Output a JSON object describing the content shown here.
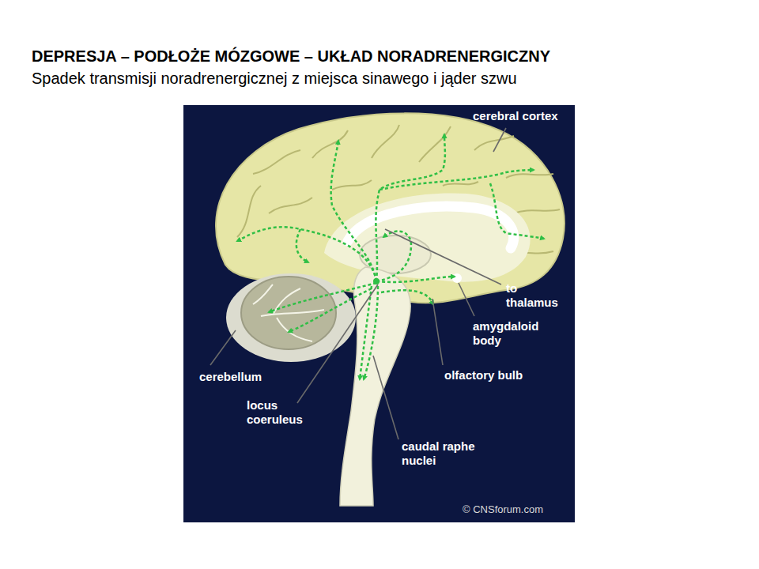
{
  "diagram": {
    "title": "DEPRESJA – PODŁOŻE MÓZGOWE – UKŁAD NORADRENERGICZNY",
    "caption": "Spadek transmisji noradrenergicznej z miejsca sinawego i jąder szwu",
    "labels": [
      "cerebral cortex",
      "to thalamus",
      "amygdaloid body",
      "olfactory bulb",
      "cerebellum",
      "locus coeruleus",
      "caudal raphe nuclei",
      "© CNSforum.com"
    ]
  }
}
